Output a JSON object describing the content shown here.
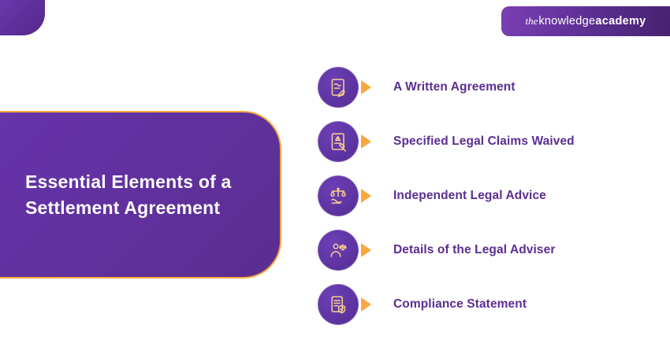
{
  "brand": {
    "the": "the",
    "knowledge": "knowledge",
    "academy": "academy"
  },
  "panel": {
    "title_line1": "Essential Elements of a",
    "title_line2": "Settlement Agreement"
  },
  "items": [
    {
      "label": "A Written Agreement",
      "icon": "written-agreement-icon"
    },
    {
      "label": "Specified Legal Claims Waived",
      "icon": "legal-claims-waived-icon"
    },
    {
      "label": "Independent Legal Advice",
      "icon": "independent-legal-advice-icon"
    },
    {
      "label": "Details of the Legal Adviser",
      "icon": "legal-adviser-details-icon"
    },
    {
      "label": "Compliance Statement",
      "icon": "compliance-statement-icon"
    }
  ],
  "colors": {
    "purple": "#5B2E91",
    "accent_orange": "#F9A83C",
    "icon_stroke": "#F8CE8C",
    "background": "#FFFFFF"
  }
}
